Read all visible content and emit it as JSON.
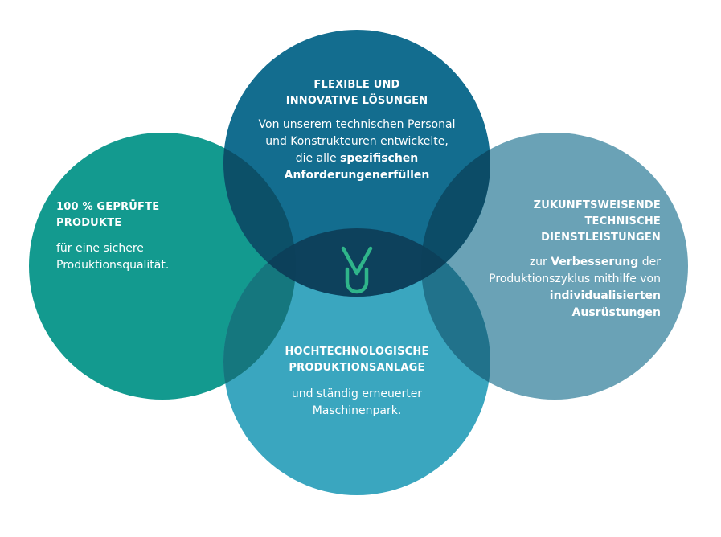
{
  "colors": {
    "left": "#139a8f",
    "top": "#136d8f",
    "right": "#6aa2b6",
    "bottom": "#3aa6bf",
    "logo": "#2fb58a"
  },
  "logo": {
    "icon": "vu-logo-icon"
  },
  "circles": {
    "left": {
      "title_line1": "100 % GEPRÜFTE",
      "title_line2": "PRODUKTE",
      "text_line1": "für eine sichere",
      "text_line2": "Produktionsqualität."
    },
    "top": {
      "title_line1": "FLEXIBLE UND",
      "title_line2": "INNOVATIVE LÖSUNGEN",
      "text_line1": "Von unserem technischen Personal",
      "text_line2": "und Konstrukteuren entwickelte,",
      "text_line3_pre": "die alle",
      "text_line3_bold": "spezifischen",
      "text_line4_bold": "Anforderungenerfüllen"
    },
    "right": {
      "title_line1": "ZUKUNFTSWEISENDE",
      "title_line2": "TECHNISCHE",
      "title_line3": "DIENSTLEISTUNGEN",
      "text_line1_pre": "zur",
      "text_line1_bold": "Verbesserung",
      "text_line1_post": "der",
      "text_line2": "Produktionszyklus mithilfe von",
      "text_line3_bold": "individualisierten",
      "text_line4_bold": "Ausrüstungen"
    },
    "bottom": {
      "title_line1": "HOCHTECHNOLOGISCHE",
      "title_line2": "PRODUKTIONSANLAGE",
      "text_line1": "und ständig erneuerter",
      "text_line2": "Maschinenpark."
    }
  }
}
